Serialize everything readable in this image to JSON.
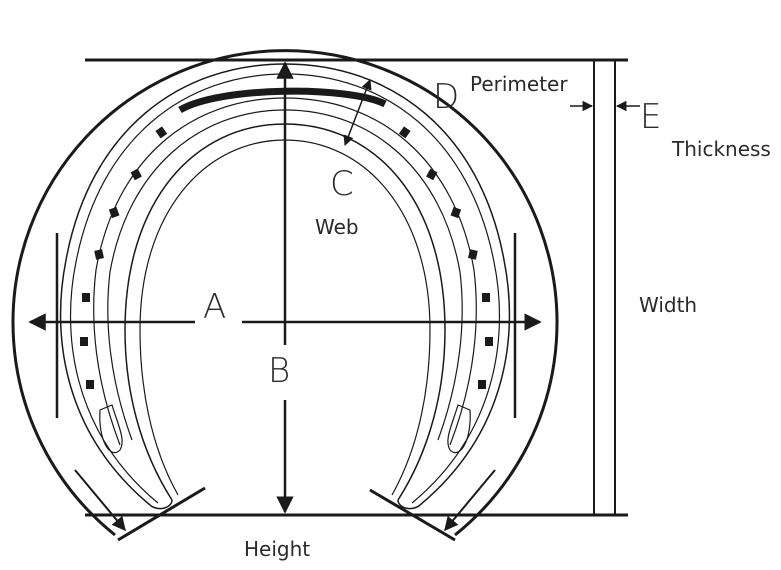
{
  "labels": {
    "a": "A",
    "b": "B",
    "c": "C",
    "d": "D",
    "e": "E",
    "web": "Web",
    "perimeter": "Perimeter",
    "thickness": "Thickness",
    "width": "Width",
    "height": "Height"
  },
  "colors": {
    "line": "#1a1a1a",
    "text": "#2a2a2a",
    "background": "#ffffff"
  }
}
